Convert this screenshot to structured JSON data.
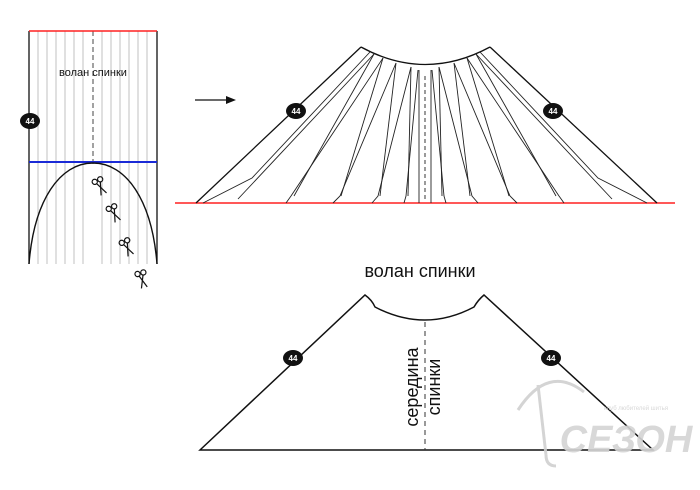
{
  "left_panel": {
    "label": "волан спинки",
    "badge": "44",
    "colors": {
      "top_line": "#ff2020",
      "waist_line": "#1a2ad6",
      "outline": "#111111",
      "guides": "#9a9a9a"
    },
    "scissors_icons": [
      "scissors-icon",
      "scissors-icon",
      "scissors-icon",
      "scissors-icon"
    ]
  },
  "arrow": {
    "icon": "arrow-right-icon"
  },
  "fan_diagram": {
    "badge_left": "44",
    "badge_right": "44",
    "colors": {
      "baseline": "#ff2020",
      "outline": "#111111"
    }
  },
  "final_pattern": {
    "title": "волан спинки",
    "center_label_line1": "середина",
    "center_label_line2": "спинки",
    "badge_left": "44",
    "badge_right": "44"
  },
  "watermark": {
    "logo": "umbrella-logo-icon",
    "tagline": "клуб любителей шитья",
    "brand": "СЕЗОН",
    "color": "#d0d0d0"
  }
}
